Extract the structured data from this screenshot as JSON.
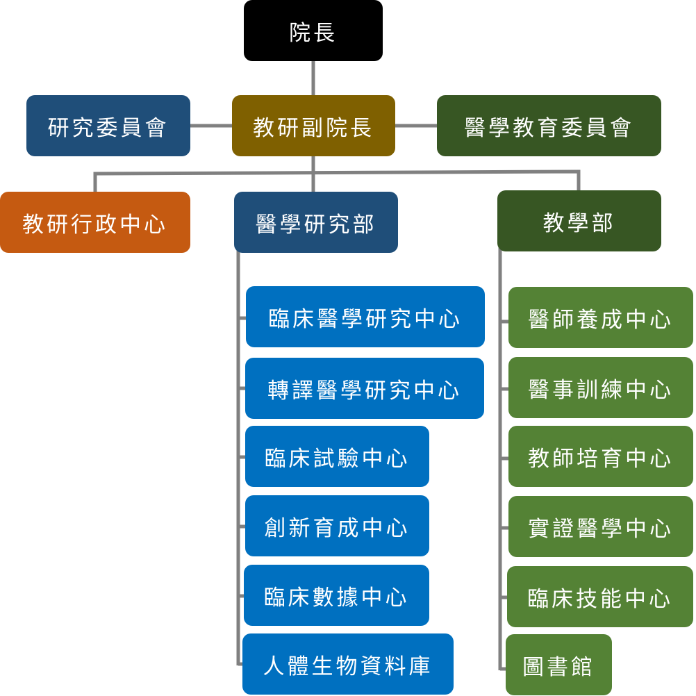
{
  "colors": {
    "top": "#000000",
    "committee": "#1f4e79",
    "vice": "#7f6000",
    "edu_committee": "#375623",
    "admin": "#c55a11",
    "research_dept": "#1f4e79",
    "teaching_dept": "#375623",
    "research_unit": "#0070c0",
    "teaching_unit": "#548235",
    "line": "#808080"
  },
  "president": "院長",
  "vice_president": "教研副院長",
  "research_committee": "研究委員會",
  "medical_education_committee": "醫學教育委員會",
  "admin_center": "教研行政中心",
  "research_department": {
    "label": "醫學研究部",
    "units": [
      "臨床醫學研究中心",
      "轉譯醫學研究中心",
      "臨床試驗中心",
      "創新育成中心",
      "臨床數據中心",
      "人體生物資料庫"
    ]
  },
  "teaching_department": {
    "label": "教學部",
    "units": [
      "醫師養成中心",
      "醫事訓練中心",
      "教師培育中心",
      "實證醫學中心",
      "臨床技能中心",
      "圖書館"
    ]
  }
}
